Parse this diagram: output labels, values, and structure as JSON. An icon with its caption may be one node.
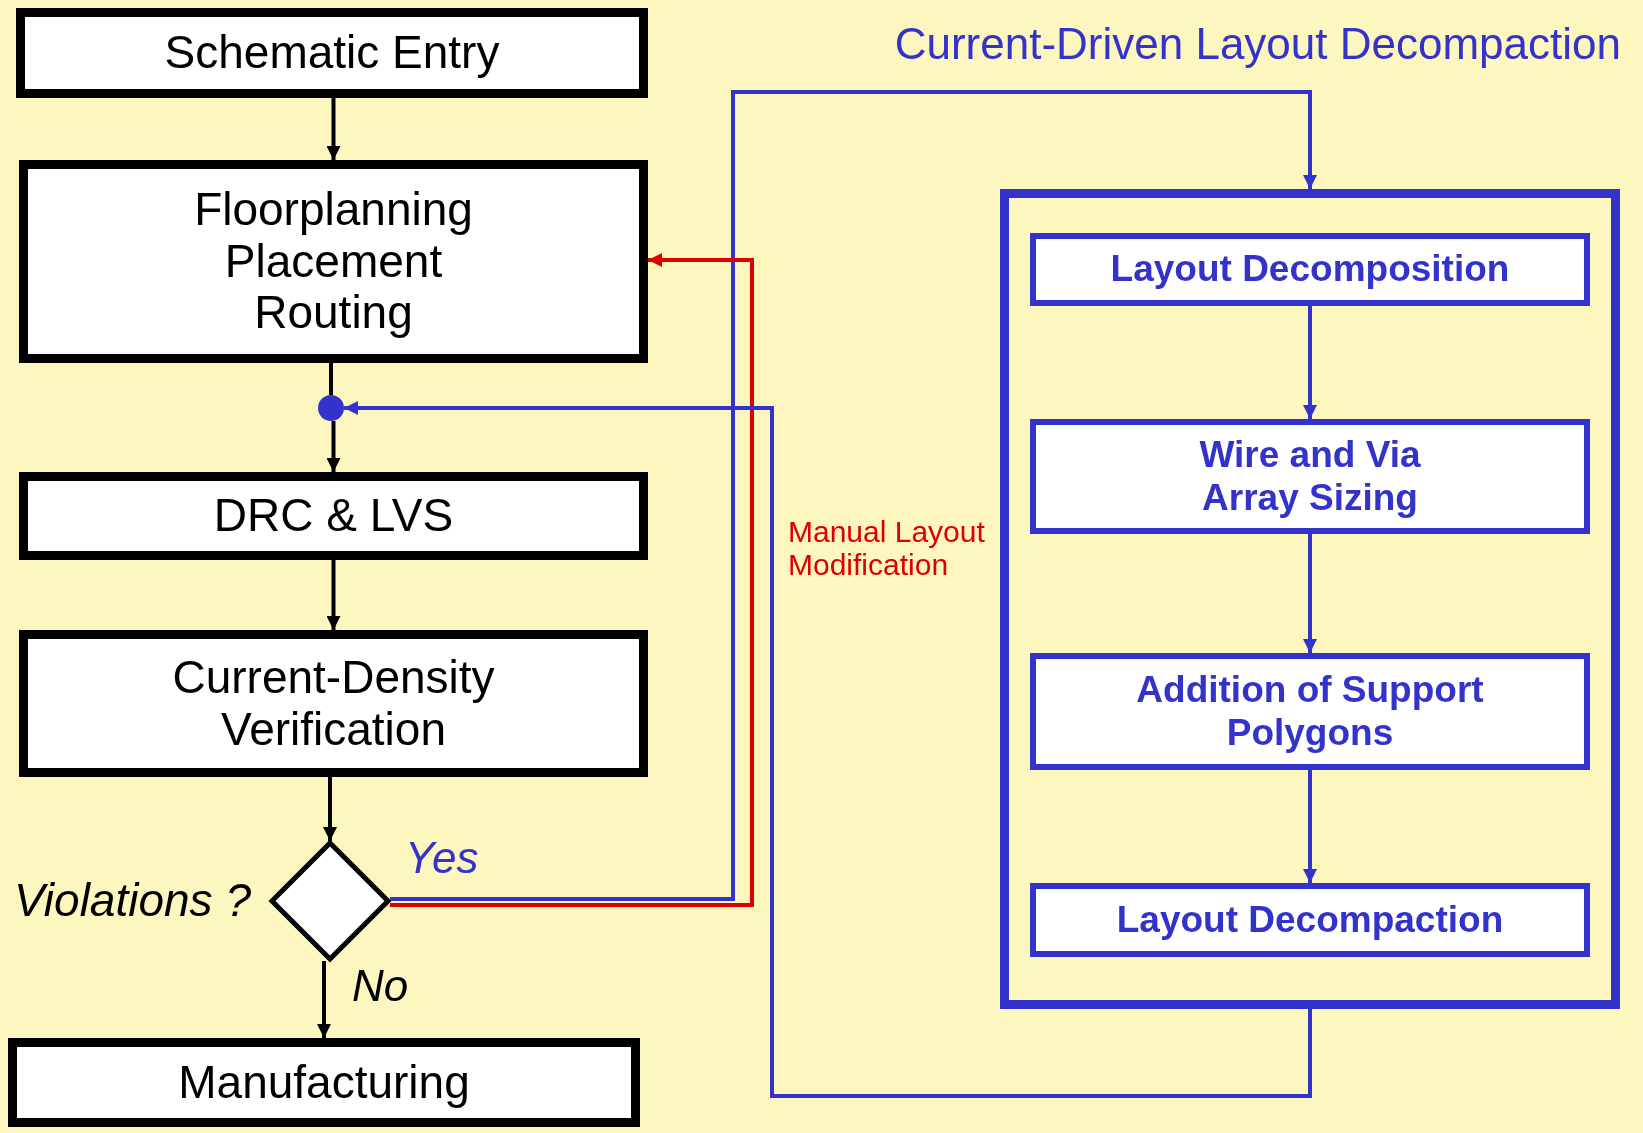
{
  "diagram": {
    "nodes": [
      {
        "text": [
          "Schematic Entry"
        ]
      },
      {
        "text": [
          "Floorplanning Placement Routing"
        ]
      },
      {
        "text": [],
        "shape": "circle"
      },
      {
        "text": [
          "DRC & LVS"
        ]
      },
      {
        "text": [
          "Current-Density Verification"
        ]
      },
      {
        "text": [],
        "shape": "diamond",
        "beside": [
          "Violations ?"
        ]
      },
      {
        "text": [
          "Manufacturing"
        ]
      },
      {
        "text": [
          "Current-Driven Layout Decompaction"
        ]
      },
      {
        "text": [
          "Layout Decomposition"
        ],
        "in": 7
      },
      {
        "text": [
          "Wire and Via Array Sizing"
        ],
        "in": 7
      },
      {
        "text": [
          "Addition of Support Polygons"
        ],
        "in": 7
      },
      {
        "text": [
          "Layout Decompaction"
        ],
        "in": 7
      }
    ],
    "edges": [
      {
        "from": 0,
        "to": 1,
        "arrow": "to"
      },
      {
        "from": 1,
        "to": 2,
        "arrow": "none"
      },
      {
        "from": 2,
        "to": 3,
        "arrow": "to"
      },
      {
        "from": 3,
        "to": 4,
        "arrow": "to"
      },
      {
        "from": 4,
        "to": 5,
        "arrow": "to"
      },
      {
        "from": 5,
        "to": 6,
        "arrow": "to",
        "label": "No"
      },
      {
        "from": 5,
        "to": 7,
        "arrow": "to",
        "label": "Yes",
        "color": "#3333cc"
      },
      {
        "from": 5,
        "to": 1,
        "arrow": "to",
        "label": "Manual Layout Modification",
        "color": "#dd0000"
      },
      {
        "from": 7,
        "to": 2,
        "arrow": "to",
        "color": "#3333cc"
      },
      {
        "from": 8,
        "to": 9,
        "arrow": "to",
        "color": "#3333cc"
      },
      {
        "from": 9,
        "to": 10,
        "arrow": "to",
        "color": "#3333cc"
      },
      {
        "from": 10,
        "to": 11,
        "arrow": "to",
        "color": "#3333cc"
      }
    ]
  }
}
